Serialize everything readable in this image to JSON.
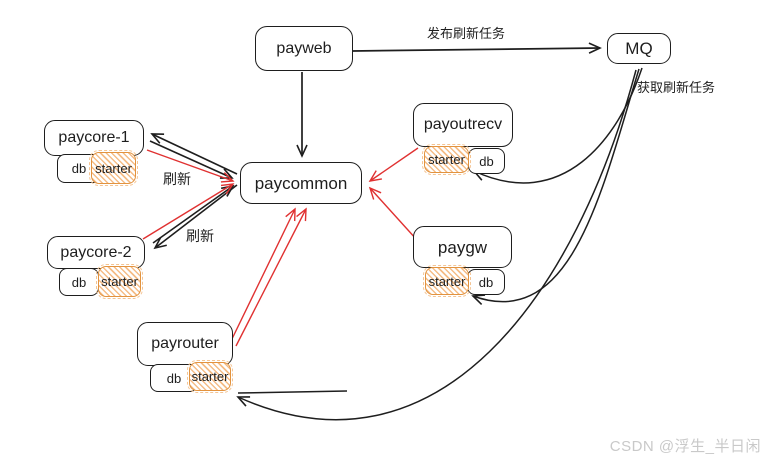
{
  "diagram": {
    "nodes": {
      "payweb": {
        "label": "payweb"
      },
      "mq": {
        "label": "MQ"
      },
      "paycommon": {
        "label": "paycommon"
      },
      "paycore1": {
        "label": "paycore-1",
        "db": "db",
        "starter": "starter"
      },
      "paycore2": {
        "label": "paycore-2",
        "db": "db",
        "starter": "starter"
      },
      "payoutrecv": {
        "label": "payoutrecv",
        "db": "db",
        "starter": "starter"
      },
      "paygw": {
        "label": "paygw",
        "db": "db",
        "starter": "starter"
      },
      "payrouter": {
        "label": "payrouter",
        "db": "db",
        "starter": "starter"
      }
    },
    "edge_labels": {
      "publish_task": "发布刷新任务",
      "fetch_task": "获取刷新任务",
      "refresh_core1": "刷新",
      "refresh_core2": "刷新"
    },
    "edges": [
      {
        "from": "payweb",
        "to": "MQ",
        "label": "发布刷新任务",
        "color": "black",
        "style": "straight"
      },
      {
        "from": "payweb",
        "to": "paycommon",
        "color": "black",
        "style": "straight"
      },
      {
        "from": "paycommon",
        "to": "paycore-1",
        "label": "刷新",
        "color": "black",
        "style": "straight"
      },
      {
        "from": "paycore-1",
        "to": "paycommon",
        "color": "black",
        "style": "straight"
      },
      {
        "from": "paycommon",
        "to": "paycore-2",
        "label": "刷新",
        "color": "black",
        "style": "straight"
      },
      {
        "from": "paycore-2",
        "to": "paycommon",
        "color": "black",
        "style": "straight"
      },
      {
        "from": "paycore-1",
        "to": "paycommon",
        "color": "red",
        "style": "straight"
      },
      {
        "from": "paycore-2",
        "to": "paycommon",
        "color": "red",
        "style": "straight"
      },
      {
        "from": "payrouter",
        "to": "paycommon",
        "color": "red",
        "style": "straight"
      },
      {
        "from": "payoutrecv",
        "to": "paycommon",
        "color": "red",
        "style": "straight"
      },
      {
        "from": "paygw",
        "to": "paycommon",
        "color": "red",
        "style": "straight"
      },
      {
        "from": "MQ",
        "to": "payoutrecv.starter",
        "label": "获取刷新任务",
        "color": "black",
        "style": "curve"
      },
      {
        "from": "MQ",
        "to": "paygw.starter",
        "color": "black",
        "style": "curve"
      },
      {
        "from": "MQ",
        "to": "payrouter.starter",
        "color": "black",
        "style": "curve"
      }
    ],
    "colors": {
      "stroke": "#1e1e1e",
      "refresh_arrow": "#e03131",
      "starter_border": "#e2933f",
      "starter_hatch": "#f5bd87",
      "watermark": "#c9c9c9",
      "background": "#ffffff"
    }
  },
  "watermark": {
    "text": "CSDN @浮生_半日闲"
  }
}
